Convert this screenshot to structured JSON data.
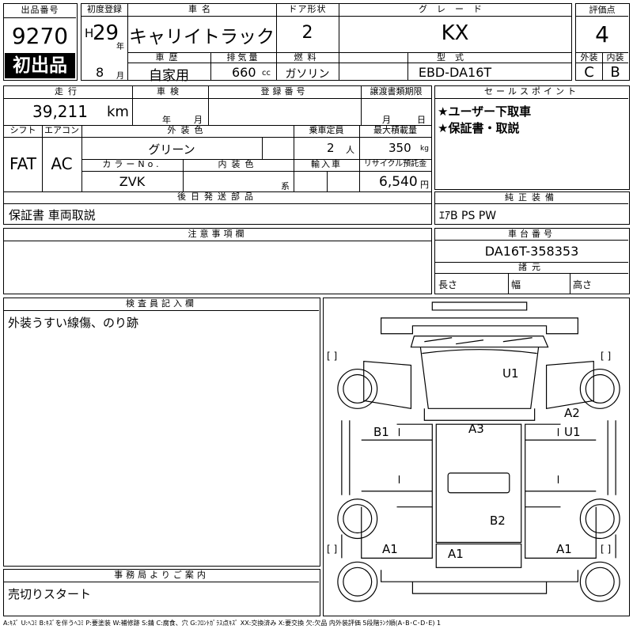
{
  "auction": {
    "lot_label": "出品番号",
    "lot_number": "9270",
    "first_listing_badge": "初出品"
  },
  "vehicle": {
    "reg_label": "初度登録",
    "era": "H",
    "year": "29",
    "year_unit": "年",
    "month": "8",
    "month_unit": "月",
    "name_label": "車名",
    "name": "キャリイトラック",
    "history_label": "車歴",
    "history": "自家用",
    "displacement_label": "排気量",
    "displacement": "660",
    "displacement_unit": "cc",
    "door_label": "ドア形状",
    "doors": "2",
    "fuel_label": "燃料",
    "fuel": "ガソリン",
    "grade_label": "グレード",
    "grade": "KX",
    "model_label": "型式",
    "model": "EBD-DA16T",
    "score_label": "評価点",
    "score": "4",
    "exterior_label": "外装",
    "exterior_grade": "C",
    "interior_label": "内装",
    "interior_grade": "B"
  },
  "details": {
    "mileage_label": "走行",
    "mileage": "39,211",
    "mileage_unit": "km",
    "inspection_label": "車検",
    "inspection_year_unit": "年",
    "inspection_month_unit": "月",
    "registration_label": "登録番号",
    "transfer_label": "譲渡書類期限",
    "transfer_month_unit": "月",
    "transfer_day_unit": "日",
    "shift_label": "シフト",
    "shift": "FAT",
    "ac_label": "エアコン",
    "ac": "AC",
    "color_label": "外装色",
    "color": "グリーン",
    "capacity_label": "乗車定員",
    "capacity": "2",
    "capacity_unit": "人",
    "payload_label": "最大積載量",
    "payload": "350",
    "payload_unit": "kg",
    "color_no_label": "カラーNo.",
    "color_no": "ZVK",
    "interior_color_label": "内装色",
    "interior_color_unit": "系",
    "import_label": "輸入車",
    "recycle_label": "リサイクル預託金",
    "recycle_fee": "6,540",
    "recycle_unit": "円",
    "later_parts_label": "後日発送部品",
    "later_parts": "保証書 車両取説"
  },
  "sales_points": {
    "label": "セールスポイント",
    "items": [
      "★ユーザー下取車",
      "★保証書・取説"
    ]
  },
  "equipment": {
    "label": "純正装備",
    "value": "ｴｱB PS PW"
  },
  "notes": {
    "label": "注意事項欄"
  },
  "chassis": {
    "label": "車台番号",
    "number": "DA16T-358353",
    "dims_label": "諸元",
    "length_label": "長さ",
    "width_label": "幅",
    "height_label": "高さ"
  },
  "inspector": {
    "label": "検査員記入欄",
    "text": "外装うすい線傷、のり跡"
  },
  "office": {
    "label": "事務局よりご案内",
    "text": "売切りスタート"
  },
  "damage_map": {
    "bracket": "[ ]",
    "marks": [
      "U1",
      "A2",
      "U1",
      "B1",
      "A3",
      "B2",
      "A1",
      "A1",
      "A1"
    ]
  },
  "legend": "A:ｷｽﾞ U:ﾍｺﾐ B:ｷｽﾞを伴うﾍｺﾐ P:要塗装 W:補修跡 S:錆 C:腐食、穴 G:ﾌﾛﾝﾄｶﾞﾗｽ点ｷｽﾞ XX:交換済み X:要交換 欠:欠品 内外装評価 5段階ﾗﾝｸ順(A･B･C･D･E) 1"
}
